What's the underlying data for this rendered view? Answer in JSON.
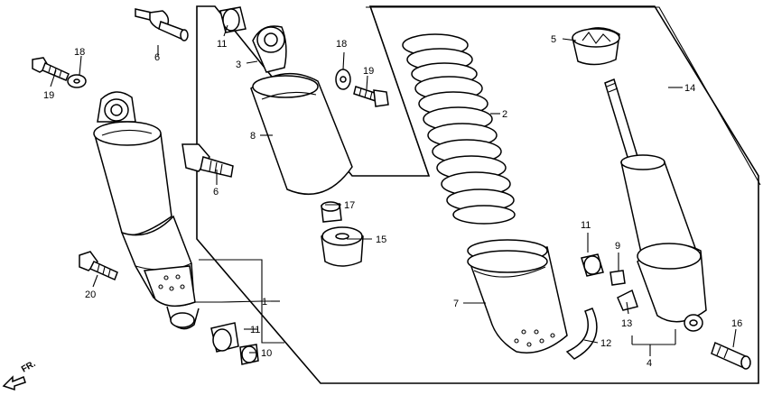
{
  "diagram": {
    "direction_label": "FR.",
    "callouts": [
      {
        "id": "c1",
        "label": "1"
      },
      {
        "id": "c2",
        "label": "2"
      },
      {
        "id": "c3",
        "label": "3"
      },
      {
        "id": "c4",
        "label": "4"
      },
      {
        "id": "c5",
        "label": "5"
      },
      {
        "id": "c6",
        "label": "6"
      },
      {
        "id": "c6b",
        "label": "6"
      },
      {
        "id": "c7",
        "label": "7"
      },
      {
        "id": "c8",
        "label": "8"
      },
      {
        "id": "c9",
        "label": "9"
      },
      {
        "id": "c10",
        "label": "10"
      },
      {
        "id": "c11a",
        "label": "11"
      },
      {
        "id": "c11b",
        "label": "11"
      },
      {
        "id": "c11c",
        "label": "11"
      },
      {
        "id": "c12",
        "label": "12"
      },
      {
        "id": "c13",
        "label": "13"
      },
      {
        "id": "c14",
        "label": "14"
      },
      {
        "id": "c15",
        "label": "15"
      },
      {
        "id": "c16",
        "label": "16"
      },
      {
        "id": "c17",
        "label": "17"
      },
      {
        "id": "c18a",
        "label": "18"
      },
      {
        "id": "c18b",
        "label": "18"
      },
      {
        "id": "c19a",
        "label": "19"
      },
      {
        "id": "c19b",
        "label": "19"
      },
      {
        "id": "c20",
        "label": "20"
      }
    ]
  }
}
